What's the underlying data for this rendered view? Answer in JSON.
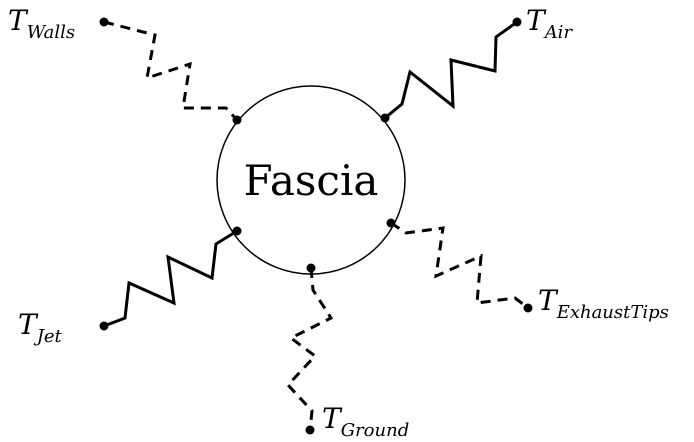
{
  "center": {
    "label": "Fascia"
  },
  "nodes": {
    "walls": {
      "symbol": "T",
      "subscript": "Walls",
      "link": "dashed"
    },
    "air": {
      "symbol": "T",
      "subscript": "Air",
      "link": "solid"
    },
    "jet": {
      "symbol": "T",
      "subscript": "Jet",
      "link": "solid"
    },
    "exhaust_tips": {
      "symbol": "T",
      "subscript": "ExhaustTips",
      "link": "dashed"
    },
    "ground": {
      "symbol": "T",
      "subscript": "Ground",
      "link": "dashed"
    }
  }
}
